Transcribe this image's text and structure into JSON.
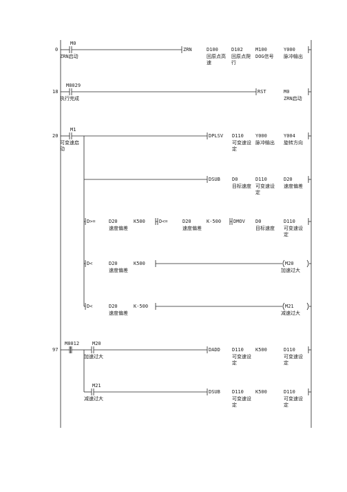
{
  "rungs": [
    {
      "step": "0",
      "contact": "M0",
      "contact_comment": "ZRN启动",
      "instr": {
        "op": "ZRN",
        "args": [
          {
            "dev": "D100",
            "cmt": [
              "回原点高",
              "速"
            ]
          },
          {
            "dev": "D102",
            "cmt": [
              "回原点爬",
              "行"
            ]
          },
          {
            "dev": "M100",
            "cmt": [
              "DOG信号"
            ]
          },
          {
            "dev": "Y000",
            "cmt": [
              "脉冲输出"
            ]
          }
        ]
      }
    },
    {
      "step": "18",
      "contact": "M8029",
      "contact_comment": "执行完成",
      "instr": {
        "op": "RST",
        "args": [
          {
            "dev": "M0",
            "cmt": [
              "ZRN启动"
            ]
          }
        ]
      }
    },
    {
      "step": "20",
      "contact": "M1",
      "contact_comment": [
        "可变速启",
        "动"
      ],
      "branches": [
        {
          "op": "DPLSV",
          "args": [
            {
              "dev": "D110",
              "cmt": [
                "可变速设",
                "定"
              ]
            },
            {
              "dev": "Y000",
              "cmt": [
                "脉冲输出"
              ]
            },
            {
              "dev": "Y004",
              "cmt": [
                "旋转方向"
              ]
            }
          ]
        },
        {
          "op": "DSUB",
          "args": [
            {
              "dev": "D0",
              "cmt": [
                "目标速度"
              ]
            },
            {
              "dev": "D110",
              "cmt": [
                "可变速设",
                "定"
              ]
            },
            {
              "dev": "D20",
              "cmt": [
                "速度偏差"
              ]
            }
          ]
        },
        {
          "cmp1": {
            "op": "D>=",
            "a": "D20",
            "a_cmt": "速度偏差",
            "b": "K500"
          },
          "cmp2": {
            "op": "D<=",
            "a": "D20",
            "a_cmt": "速度偏差",
            "b": "K-500"
          },
          "op": "DMOV",
          "args": [
            {
              "dev": "D0",
              "cmt": [
                "目标速度"
              ]
            },
            {
              "dev": "D110",
              "cmt": [
                "可变速设",
                "定"
              ]
            }
          ]
        },
        {
          "cmp1": {
            "op": "D<",
            "a": "D20",
            "a_cmt": "速度偏差",
            "b": "K500"
          },
          "coil": "M20",
          "coil_cmt": "加速过大"
        },
        {
          "cmp1": {
            "op": "D<",
            "a": "D20",
            "a_cmt": "速度偏差",
            "b": "K-500"
          },
          "coil": "M21",
          "coil_cmt": "减速过大"
        }
      ]
    },
    {
      "step": "97",
      "contact": "M8012",
      "branches": [
        {
          "contact": "M20",
          "contact_comment": "加速过大",
          "op": "DADD",
          "args": [
            {
              "dev": "D110",
              "cmt": [
                "可变速设",
                "定"
              ]
            },
            {
              "dev": "K500"
            },
            {
              "dev": "D110",
              "cmt": [
                "可变速设",
                "定"
              ]
            }
          ]
        },
        {
          "contact": "M21",
          "contact_comment": "减速过大",
          "op": "DSUB",
          "args": [
            {
              "dev": "D110",
              "cmt": [
                "可变速设",
                "定"
              ]
            },
            {
              "dev": "K500"
            },
            {
              "dev": "D110",
              "cmt": [
                "可变速设",
                "定"
              ]
            }
          ]
        }
      ]
    }
  ]
}
